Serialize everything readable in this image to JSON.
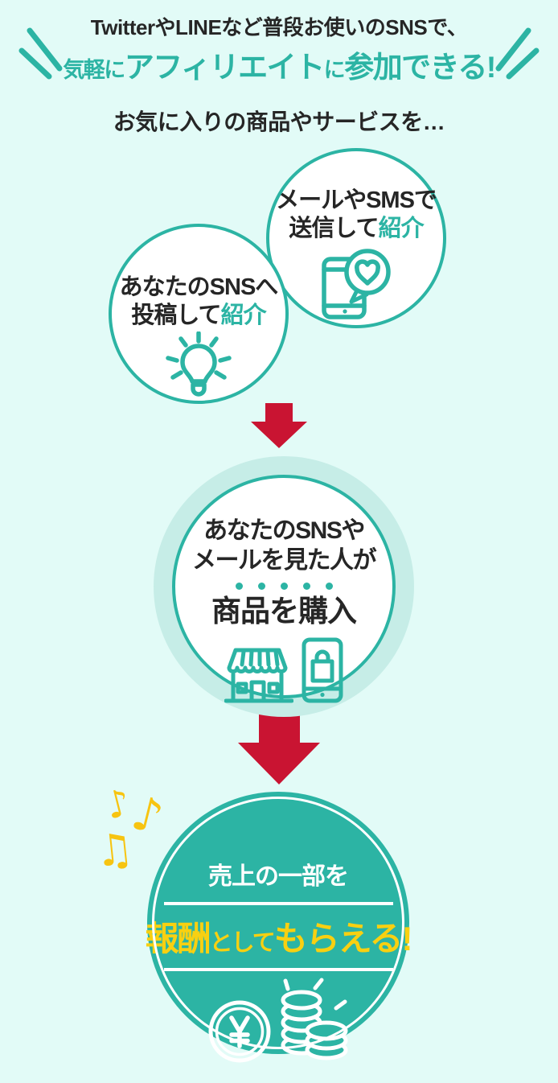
{
  "colors": {
    "accent": "#2cb4a4",
    "dark": "#262626",
    "red": "#c91432",
    "yellow": "#f8d011",
    "note-yellow": "#f7c411",
    "bg": "#e2fbf7",
    "halo": "#c6ede7",
    "white": "#ffffff"
  },
  "header": {
    "line1": "TwitterやLINEなど普段お使いのSNSで、",
    "line2": [
      {
        "text": "気軽に",
        "emphasis": false
      },
      {
        "text": "アフィリエイト",
        "emphasis": true
      },
      {
        "text": "に",
        "emphasis": false
      },
      {
        "text": "参加できる!",
        "emphasis": true
      }
    ]
  },
  "subheading": "お気に入りの商品やサービスを…",
  "circle_mail": {
    "line1": "メールやSMSで",
    "line2_plain": "送信して",
    "line2_accent": "紹介",
    "icon": "phone-heart-icon"
  },
  "circle_sns": {
    "line1": "あなたのSNSへ",
    "line2_plain": "投稿して",
    "line2_accent": "紹介",
    "icon": "lightbulb-icon"
  },
  "circle_purchase": {
    "line1": "あなたのSNSや",
    "line2": "メールを見た人が",
    "line3": "商品を購入",
    "icons": [
      "storefront-icon",
      "phone-shopping-icon"
    ]
  },
  "circle_reward": {
    "line1": "売上の一部を",
    "line2_em1": "報酬",
    "line2_plain": "として",
    "line2_em2": "もらえる!",
    "icons": [
      "yen-coin-icon",
      "coin-stack-icon"
    ]
  },
  "decor": {
    "music_notes": [
      "♪",
      "♪",
      "♫"
    ]
  }
}
